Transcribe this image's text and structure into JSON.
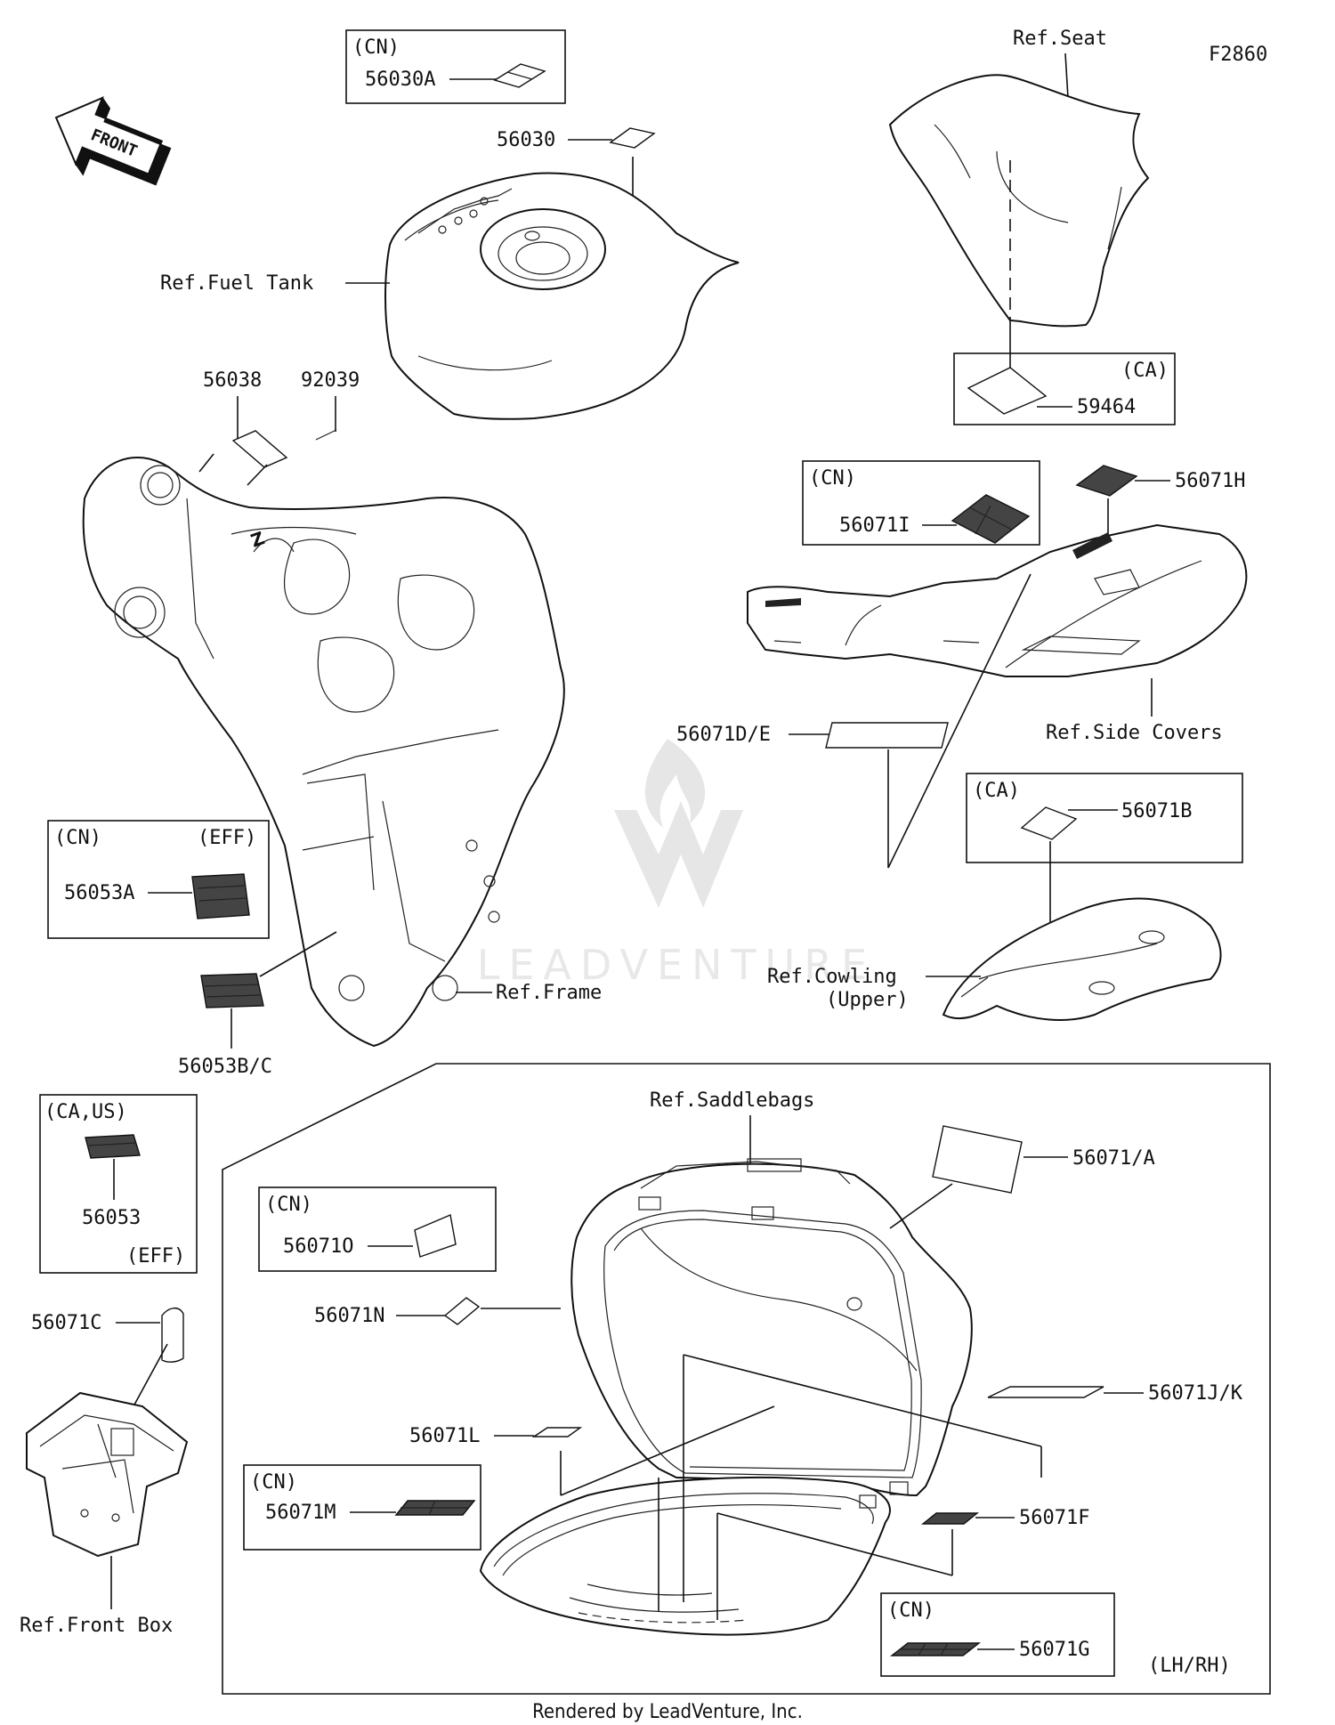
{
  "figure_code": "F2860",
  "front_label": "FRONT",
  "footer": "Rendered by LeadVenture, Inc.",
  "watermark": "LEADVENTURE",
  "labels": {
    "ref_seat": "Ref.Seat",
    "ref_fuel_tank": "Ref.Fuel Tank",
    "ref_side_covers": "Ref.Side Covers",
    "ref_cowling_line1": "Ref.Cowling",
    "ref_cowling_line2": "(Upper)",
    "ref_frame": "Ref.Frame",
    "ref_saddlebags": "Ref.Saddlebags",
    "ref_front_box": "Ref.Front Box",
    "lh_rh": "(LH/RH)"
  },
  "parts": {
    "p56030A": "56030A",
    "p56030": "56030",
    "p59464": "59464",
    "p56038": "56038",
    "p92039": "92039",
    "p56071I": "56071I",
    "p56071H": "56071H",
    "p56071DE": "56071D/E",
    "p56071B": "56071B",
    "p56053A": "56053A",
    "p56053BC": "56053B/C",
    "p56053": "56053",
    "p56071C": "56071C",
    "p56071A": "56071/A",
    "p56071O": "56071O",
    "p56071N": "56071N",
    "p56071JK": "56071J/K",
    "p56071L": "56071L",
    "p56071M": "56071M",
    "p56071F": "56071F",
    "p56071G": "56071G"
  },
  "region_tags": {
    "cn": "(CN)",
    "ca": "(CA)",
    "eff": "(EFF)",
    "ca_us": "(CA,US)"
  }
}
